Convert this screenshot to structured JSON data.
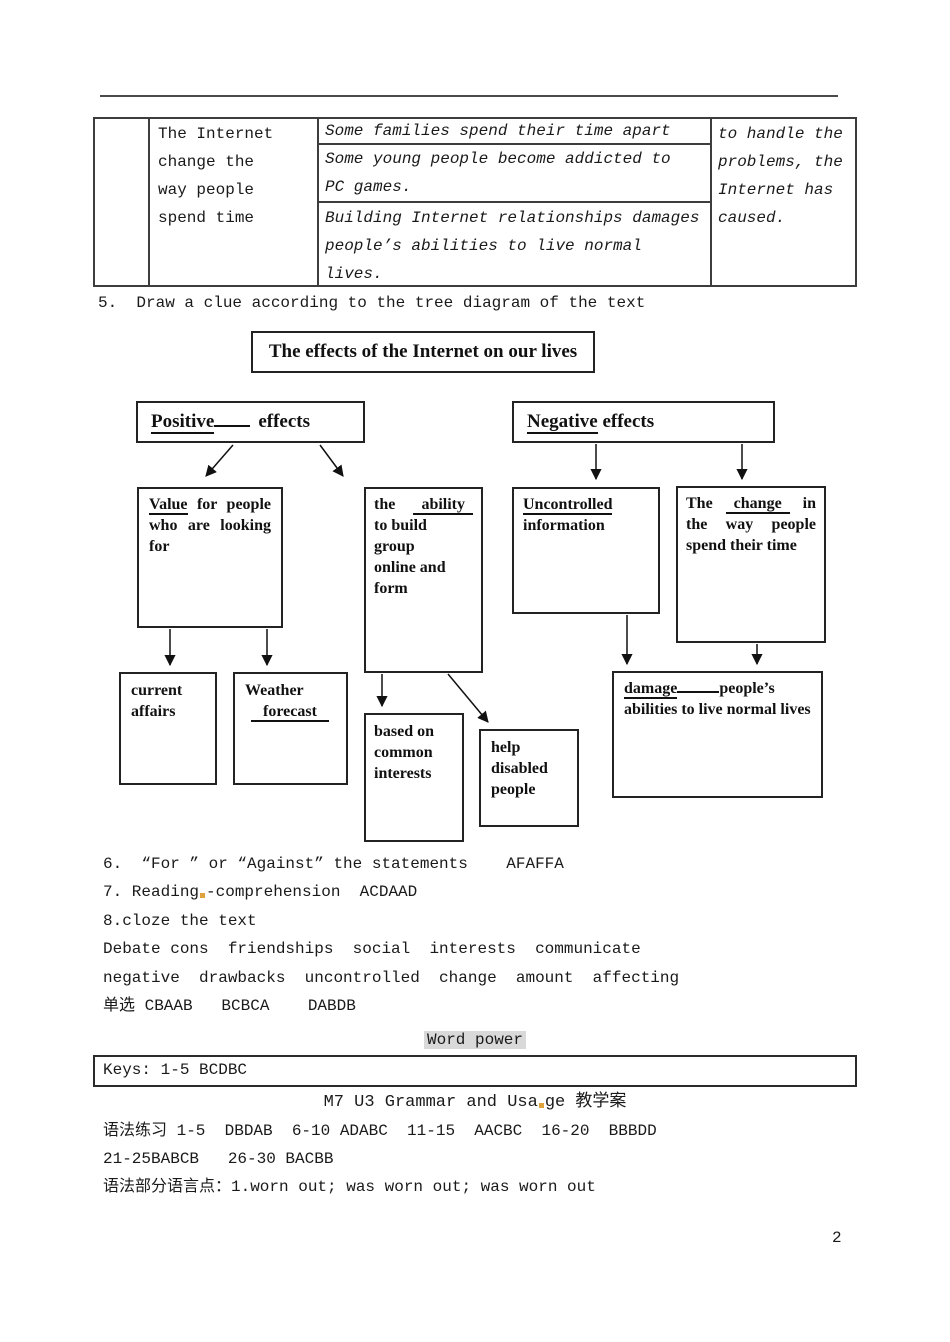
{
  "page_number": "2",
  "top_table": {
    "topic_cell": "The Internet\nchange the\nway people\nspend time",
    "sub_rows": [
      "Some families spend their time apart",
      "Some  young  people become addicted to\nPC games.",
      "Building Internet relationships damages\npeople’s abilities to live normal\nlives."
    ],
    "right_cell": "to handle the\nproblems, the\nInternet has\ncaused."
  },
  "item5": "5.  Draw a clue according to the tree diagram of the text",
  "diagram": {
    "title": "The effects of the Internet on our lives",
    "positive": {
      "underlined": "Positive",
      "rest": "effects"
    },
    "negative": {
      "underlined": "Negative",
      "rest": "effects"
    },
    "value": {
      "underlined": "Value",
      "rest": "for people who are looking for"
    },
    "ability": {
      "pre": "the",
      "underlined": "ability",
      "rest": "to build\ngroup\nonline and\nform"
    },
    "uncontrolled": {
      "underlined": "Uncontrolled",
      "rest": "information"
    },
    "change": {
      "pre": "The",
      "underlined": "change",
      "rest": "in the way people spend their time"
    },
    "current_affairs": "current affairs",
    "weather": {
      "line1": "Weather",
      "underlined": "forecast"
    },
    "based_on": "based on common interests",
    "help": "help disabled people",
    "damage": {
      "underlined": "damage",
      "rest": "people’s abilities to live normal lives"
    }
  },
  "answers": {
    "item6": "6.  “For ” or “Against” the statements    AFAFFA",
    "item7_pre": "7. Reading",
    "item7_post": "-comprehension  ACDAAD",
    "item8": "8.cloze the text",
    "cloze_words1": "Debate cons  friendships  social  interests  communicate",
    "cloze_words2": "negative  drawbacks  uncontrolled  change  amount  affecting",
    "danxuan": "单选 CBAAB   BCBCA    DABDB"
  },
  "word_power": {
    "heading": "Word power",
    "keys": "Keys: 1-5 BCDBC"
  },
  "grammar": {
    "heading_pre": "M7 U3 Grammar and Usa",
    "heading_post": "ge 教学案",
    "line1": "语法练习 1-5  DBDAB  6-10 ADABC  11-15  AACBC  16-20  BBBDD",
    "line2": "21-25BABCB   26-30 BACBB",
    "line3": "语法部分语言点：1.worn out; was worn out; was worn out"
  }
}
